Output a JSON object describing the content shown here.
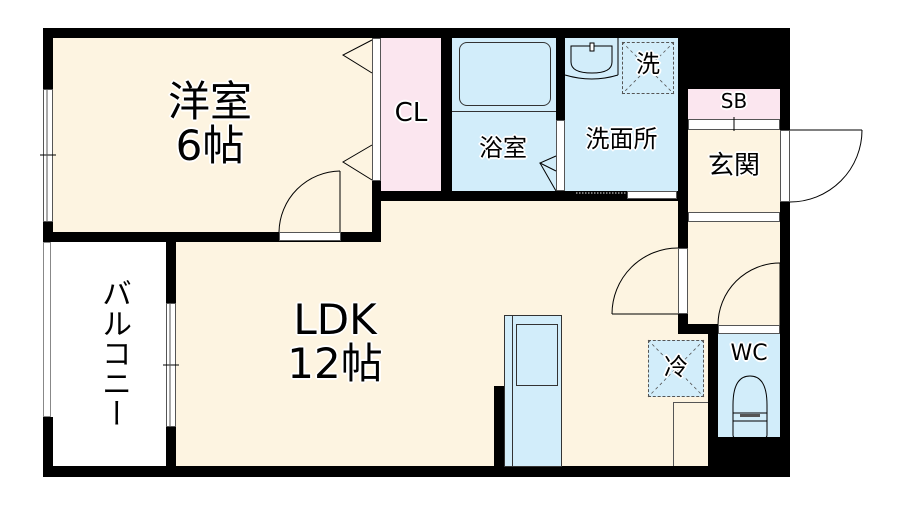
{
  "colors": {
    "wall": "#000000",
    "living_floor": "#fdf4e1",
    "wet_area": "#d2edfa",
    "storage": "#fbe6ef",
    "balcony": "#ffffff"
  },
  "rooms": {
    "western_room": {
      "name": "洋室",
      "size": "6帖"
    },
    "closet": {
      "name": "CL"
    },
    "bathroom": {
      "name": "浴室"
    },
    "washroom": {
      "name": "洗面所"
    },
    "washer_space": {
      "name": "洗"
    },
    "shoe_box": {
      "name": "SB"
    },
    "entrance": {
      "name": "玄関"
    },
    "ldk": {
      "name": "LDK",
      "size": "12帖"
    },
    "balcony": {
      "name": "バルコニー"
    },
    "fridge_space": {
      "name": "冷"
    },
    "toilet": {
      "name": "WC"
    }
  }
}
